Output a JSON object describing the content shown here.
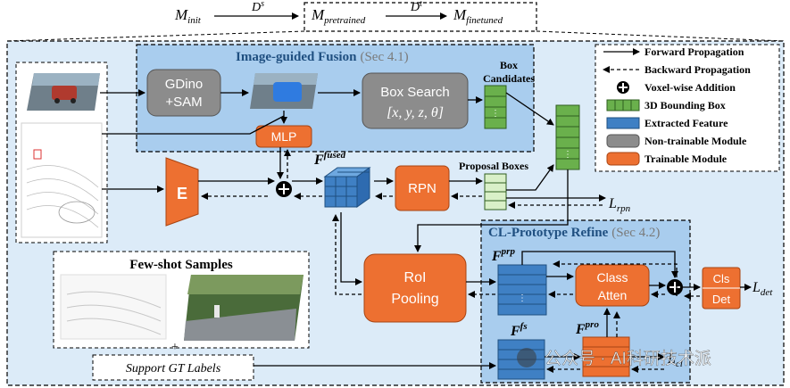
{
  "top_formula": {
    "m_init": "M",
    "m_init_sub": "init",
    "d_s": "D",
    "d_s_sup": "s",
    "m_pre": "M",
    "m_pre_sub": "pretrained",
    "d_t": "D",
    "d_t_sup": "t",
    "m_fine": "M",
    "m_fine_sub": "finetuned"
  },
  "image_guided": {
    "title": "Image-guided Fusion",
    "ref": "(Sec 4.1)"
  },
  "cl_prototype": {
    "title": "CL-Prototype Refine",
    "ref": "(Sec 4.2)"
  },
  "modules": {
    "gdino_line1": "GDino",
    "gdino_line2": "+SAM",
    "box_search_line1": "Box Search",
    "box_search_line2": "[x, y, z, θ]",
    "mlp": "MLP",
    "encoder": "E",
    "rpn": "RPN",
    "roi_line1": "RoI",
    "roi_line2": "Pooling",
    "class_line1": "Class",
    "class_line2": "Atten",
    "cls": "Cls",
    "det": "Det"
  },
  "labels": {
    "box_candidates_1": "Box",
    "box_candidates_2": "Candidates",
    "proposal_boxes": "Proposal Boxes",
    "f_fused": "F",
    "f_fused_sup": "fused",
    "f_prp": "F",
    "f_prp_sup": "prp",
    "f_fs": "F",
    "f_fs_sup": "fs",
    "f_pro": "F",
    "f_pro_sup": "pro",
    "l_rpn": "L",
    "l_rpn_sub": "rpn",
    "l_det": "L",
    "l_det_sub": "det",
    "l_cl": "L",
    "l_cl_sub": "cl",
    "few_shot": "Few-shot Samples",
    "support_gt": "Support GT Labels",
    "plus": "+"
  },
  "legend": {
    "forward": "Forward Propagation",
    "backward": "Backward Propagation",
    "voxel": "Voxel-wise Addition",
    "bbox": "3D Bounding Box",
    "feature": "Extracted Feature",
    "nontrain": "Non-trainable Module",
    "trainable": "Trainable Module"
  },
  "watermark": "公众号 · AI科研技术派",
  "colors": {
    "outer_bg": "#dcebf8",
    "panel_bg": "#a9cdee",
    "orange": "#ed7031",
    "gray": "#8c8c8c",
    "green": "#6ab04c",
    "green_light": "#d9f0c8",
    "blue": "#3f80c4"
  }
}
